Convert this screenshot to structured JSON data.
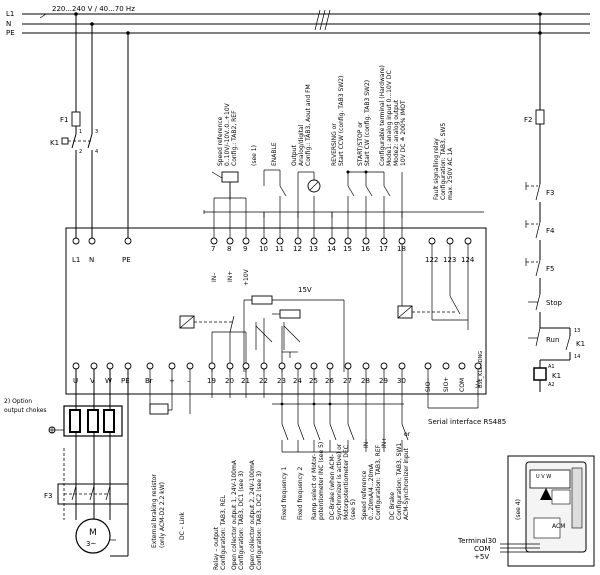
{
  "supply": {
    "L1": "L1",
    "N": "N",
    "PE": "PE",
    "voltage": "220...240 V / 40...70 Hz"
  },
  "fuses": {
    "F1": "F1",
    "F2": "F2",
    "F3": "F3"
  },
  "contactor": {
    "K1": "K1",
    "p1": "1",
    "p2": "2",
    "p3": "3",
    "p4": "4",
    "coil": "K1",
    "A1": "A1",
    "A2": "A2",
    "c13": "13",
    "c14": "14",
    "c_K1": "K1"
  },
  "control_chain": {
    "F3": "F3",
    "F4": "F4",
    "F5": "F5",
    "stop": "Stop",
    "run": "Run"
  },
  "top_terminals": {
    "L1": "L1",
    "N": "N",
    "PE": "PE",
    "t7": "7",
    "t8": "8",
    "t9": "9",
    "t10": "10",
    "t11": "11",
    "t12": "12",
    "t13": "13",
    "t14": "14",
    "t15": "15",
    "t16": "16",
    "t17": "17",
    "t18": "18",
    "t122": "122",
    "t123": "123",
    "t124": "124"
  },
  "top_signals": {
    "in_minus": "IN–",
    "in_plus": "IN+",
    "plus10v": "+10V"
  },
  "bottom_terminals": {
    "U": "U",
    "V": "V",
    "W": "W",
    "PE": "PE",
    "Br": "Br",
    "plus": "+",
    "minus": "–",
    "t19": "19",
    "t20": "20",
    "t21": "21",
    "t22": "22",
    "t23": "23",
    "t24": "24",
    "t25": "25",
    "t26": "26",
    "t27": "27",
    "t28": "28",
    "t29": "29",
    "t30": "30",
    "sio_minus": "SIO–",
    "sio_plus": "SIO+",
    "com": "COM",
    "vplus": "V+"
  },
  "bottom_signals": {
    "in_minus": "IN–",
    "in_plus": "IN+"
  },
  "top_labels": {
    "speed_ref": [
      "Speed reference",
      "0..10V/-10V..0..+10V",
      "Config.: TAB2, REF"
    ],
    "see1": "(see 1)",
    "enable": "ENABLE",
    "output_analog": [
      "Output",
      "Analog/digital",
      "Config.: TAB3, Aout and FM"
    ],
    "reversing": [
      "REVERSING or",
      "Start CCW (config. TAB3 SW2)"
    ],
    "startstop": [
      "START/STOP or",
      "Start CW (config. TAB3 SW2)"
    ],
    "configurable": [
      "Configurable terminal (Hardware)",
      "Mode1: analog input 0...10V DC",
      "Mode2: analog output",
      "10V DC ≙ 200% IMOT"
    ],
    "fault": [
      "Fault signalling relay",
      "Configuration: TAB3, SW5",
      "max. 250V AC 1A"
    ]
  },
  "v15": "15V",
  "drawing_id": "BSE_KLEMDNG",
  "bottom_labels": {
    "option": "2) Option",
    "chokes": "output chokes",
    "brake": [
      "External braking resistor",
      "(only ACM-D2 2.2 kW)"
    ],
    "dclink": "DC – Link",
    "relay": [
      "Relay – output",
      "Configuration: TAB3, REL"
    ],
    "oc1": [
      "Open collector output 1, 24V-100mA",
      "Configuration: TAB3, DC1 (see 3)"
    ],
    "oc2": [
      "Open collector output 2, 24V-100mA",
      "Configuration: TAB3, DC2 (see 3)"
    ],
    "ff1": "Fixed frequency 1",
    "ff2": "Fixed frequency 2",
    "ramp": [
      "Ramp select or Motor-",
      "potentiometer INC (see 5)"
    ],
    "dcbrake": [
      "DC-Brake (when ACM-",
      "Synchronizer is active) or",
      "Motorpotentiometer DEC",
      "(see 5)"
    ],
    "speedref2": [
      "Speed reference",
      "0...20mA/4...20mA",
      "Configuration: TAB3, REF"
    ],
    "dcbrake2": [
      "DC Brake",
      "Configuration: TAB3, SW1",
      "ACM-Synchronizer input"
    ],
    "serial": "Serial interface RS485",
    "or": "or"
  },
  "motor": {
    "M": "M",
    "phase": "3~"
  },
  "inset": {
    "see4": "(see 4)",
    "uvw": "U V W",
    "terminal30": "Terminal30",
    "com": "COM",
    "plus5v": "+5V",
    "acm": "ACM"
  }
}
